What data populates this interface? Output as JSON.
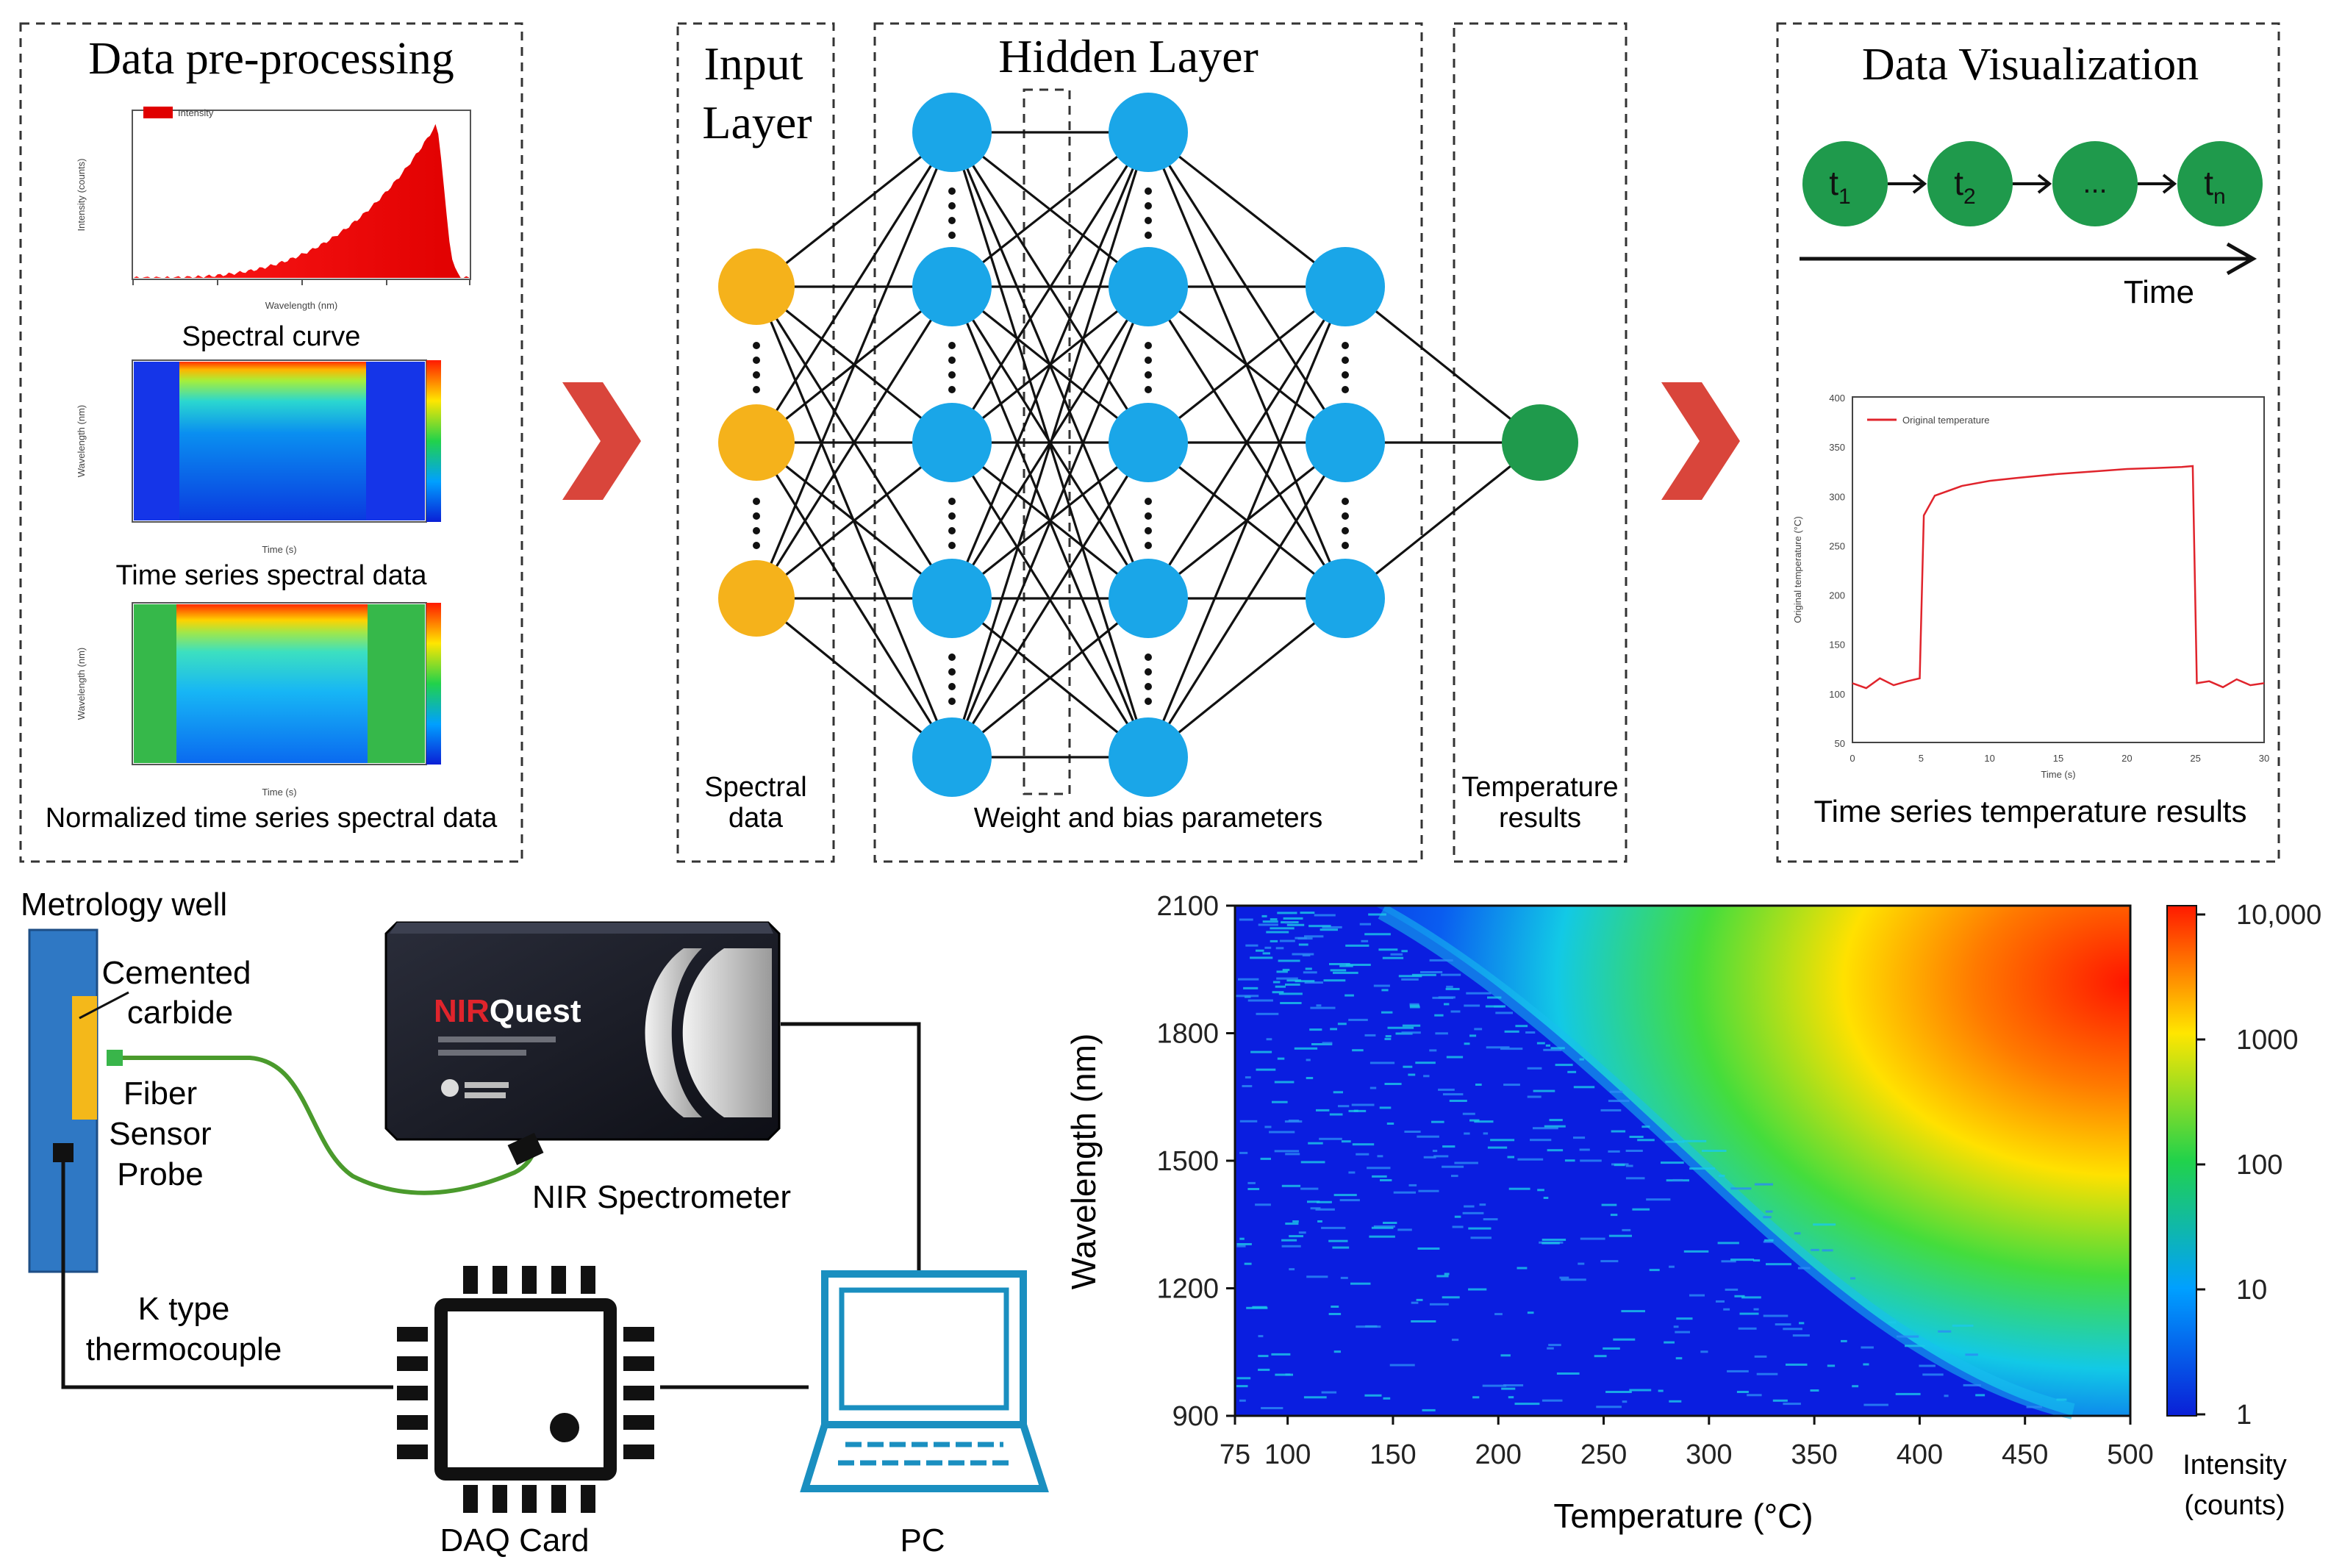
{
  "colors": {
    "input_node": "#f5b21b",
    "hidden_node": "#1aa6e8",
    "output_node": "#1f9a4c",
    "arrow": "#d9453b",
    "time_node": "#1f9a4c",
    "device_blue": "#2f78c4",
    "pc_blue": "#1a8fc0"
  },
  "panels": {
    "preprocessing": {
      "title": "Data pre-processing",
      "spectral_curve_caption": "Spectral curve",
      "spectral_curve_legend": "Intensity",
      "spectral_curve_xlabel": "Wavelength (nm)",
      "spectral_curve_ylabel": "Intensity (counts)",
      "time_series_caption": "Time series spectral data",
      "normalized_caption": "Normalized time series spectral data",
      "mini_xlabel": "Time (s)",
      "mini_ylabel": "Wavelength (nm)"
    },
    "input_layer": {
      "title_line1": "Input",
      "title_line2": "Layer",
      "caption_line1": "Spectral",
      "caption_line2": "data"
    },
    "hidden_layer": {
      "title": "Hidden Layer",
      "caption": "Weight and bias parameters"
    },
    "output": {
      "caption_line1": "Temperature",
      "caption_line2": "results"
    },
    "visualization": {
      "title": "Data Visualization",
      "time_nodes": [
        "t",
        "t",
        "...",
        "t"
      ],
      "time_subscripts": [
        "1",
        "2",
        "",
        "n"
      ],
      "time_label": "Time",
      "plot_legend": "Original temperature",
      "plot_xlabel": "Time (s)",
      "plot_ylabel": "Original temperature (°C)",
      "plot_xticks": [
        "0",
        "5",
        "10",
        "15",
        "20",
        "25",
        "30"
      ],
      "plot_yticks": [
        "50",
        "100",
        "150",
        "200",
        "250",
        "300",
        "350",
        "400"
      ],
      "caption": "Time series temperature results"
    }
  },
  "setup": {
    "well_label": "Metrology well",
    "carbide_line1": "Cemented",
    "carbide_line2": "carbide",
    "probe_line1": "Fiber",
    "probe_line2": "Sensor",
    "probe_line3": "Probe",
    "thermo_line1": "K type",
    "thermo_line2": "thermocouple",
    "spectrometer_brand_a": "NIR",
    "spectrometer_brand_b": "Quest",
    "spectrometer_label": "NIR Spectrometer",
    "daq_label": "DAQ Card",
    "pc_label": "PC"
  },
  "chart_data": [
    {
      "type": "heatmap",
      "title": "",
      "xlabel": "Temperature (°C)",
      "ylabel": "Wavelength (nm)",
      "xlim": [
        75,
        500
      ],
      "ylim": [
        900,
        2100
      ],
      "x_ticks": [
        75,
        100,
        150,
        200,
        250,
        300,
        350,
        400,
        450,
        500
      ],
      "y_ticks": [
        900,
        1200,
        1500,
        1800,
        2100
      ],
      "colorbar": {
        "label_line1": "Intensity",
        "label_line2": "(counts)",
        "scale": "log",
        "ticks": [
          "1",
          "10",
          "100",
          "1000",
          "10,000"
        ]
      }
    },
    {
      "type": "line",
      "title": "",
      "xlabel": "Time (s)",
      "ylabel": "Original temperature (°C)",
      "xlim": [
        0,
        30
      ],
      "ylim": [
        50,
        400
      ],
      "series": [
        {
          "name": "Original temperature",
          "x": [
            0,
            1,
            2,
            3,
            4,
            4.9,
            5.2,
            6,
            8,
            10,
            12,
            15,
            18,
            20,
            22,
            24,
            24.8,
            25.1,
            26,
            27,
            28,
            29,
            30
          ],
          "y": [
            110,
            105,
            115,
            108,
            112,
            115,
            280,
            300,
            310,
            315,
            318,
            322,
            325,
            327,
            328,
            329,
            330,
            110,
            112,
            106,
            114,
            108,
            110
          ]
        }
      ]
    },
    {
      "type": "area",
      "title": "",
      "xlabel": "Wavelength (nm)",
      "ylabel": "Intensity (counts)",
      "series": [
        {
          "name": "Intensity"
        }
      ]
    }
  ]
}
